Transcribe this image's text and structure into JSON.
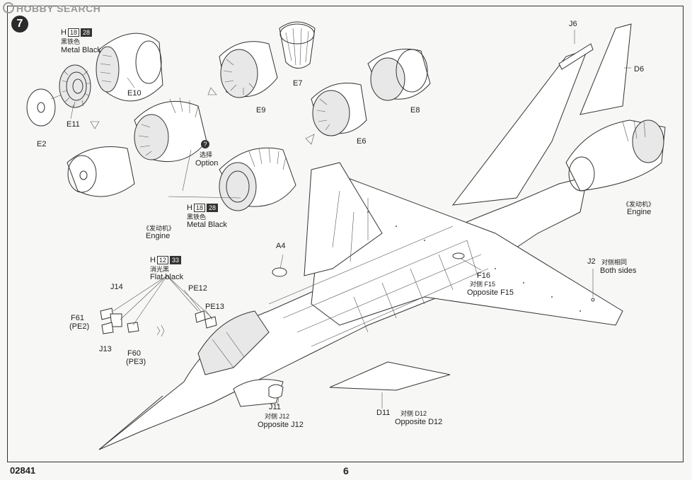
{
  "watermark": "HOBBY SEARCH",
  "step_number": "7",
  "product_code": "02841",
  "page_number": "6",
  "paints": [
    {
      "code": "H",
      "num1": "18",
      "num2": "28",
      "cn": "黑铁色",
      "en": "Metal  Black"
    },
    {
      "code": "H",
      "num1": "18",
      "num2": "28",
      "cn": "黑铁色",
      "en": "Metal  Black"
    },
    {
      "code": "H",
      "num1": "12",
      "num2": "33",
      "cn": "消光黑",
      "en": "Flat black"
    }
  ],
  "parts": {
    "E10": "E10",
    "E11": "E11",
    "E2": "E2",
    "E9": "E9",
    "E7": "E7",
    "E6": "E6",
    "E8": "E8",
    "J6": "J6",
    "D6": "D6",
    "A4": "A4",
    "J14": "J14",
    "F61": "F61",
    "PE2": "(PE2)",
    "J13": "J13",
    "F60": "F60",
    "PE3": "(PE3)",
    "PE12": "PE12",
    "PE13": "PE13",
    "J11": "J11",
    "J12_cn": "对侧  J12",
    "J12_en": "Opposite J12",
    "D11": "D11",
    "D12_cn": "对侧  D12",
    "D12_en": "Opposite D12",
    "F16": "F16",
    "F15_cn": "对侧  F15",
    "F15_en": "Opposite F15",
    "J2": "J2",
    "J2_cn": "对侧相同",
    "J2_en": "Both sides"
  },
  "option": {
    "cn": "选择",
    "en": "Option",
    "mark": "?"
  },
  "engine_left": {
    "cn": "《发动机》",
    "en": "Engine"
  },
  "engine_right": {
    "cn": "《发动机》",
    "en": "Engine"
  }
}
